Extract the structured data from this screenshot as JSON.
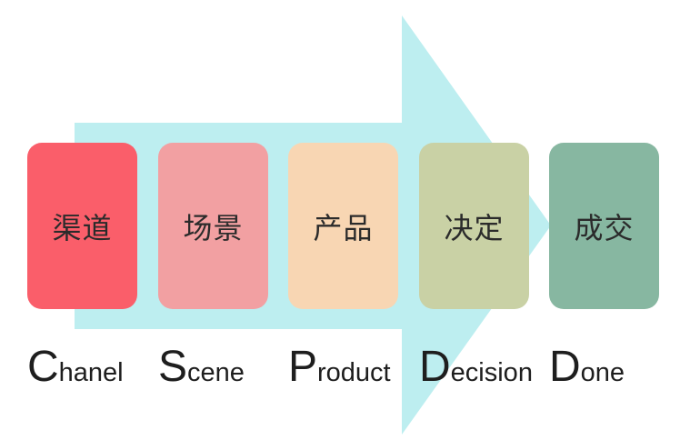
{
  "arrow": {
    "color": "#bdeef0"
  },
  "stages": [
    {
      "cn": "渠道",
      "initial": "C",
      "rest": "hanel",
      "color": "#fa5e6a"
    },
    {
      "cn": "场景",
      "initial": "S",
      "rest": "cene",
      "color": "#f2a0a2"
    },
    {
      "cn": "产品",
      "initial": "P",
      "rest": "roduct",
      "color": "#f8d6b3"
    },
    {
      "cn": "决定",
      "initial": "D",
      "rest": "ecision",
      "color": "#c9d1a5"
    },
    {
      "cn": "成交",
      "initial": "D",
      "rest": "one",
      "color": "#87b7a1"
    }
  ]
}
